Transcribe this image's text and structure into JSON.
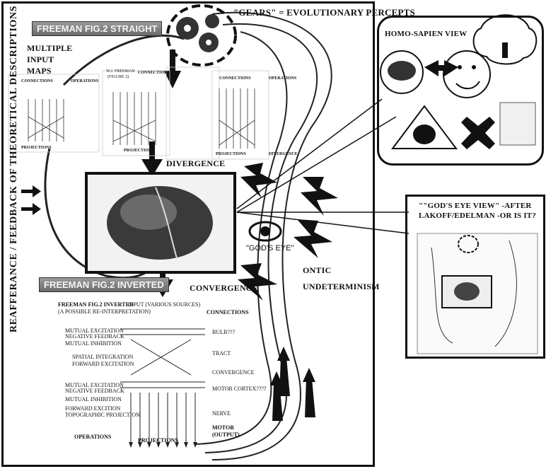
{
  "side_title": "REAFFERANCE / FEEDBACK OF THEORETICAL DESCRIPTIONS",
  "banner_top": "FREEMAN FIG.2 STRAIGHT",
  "banner_bottom": "FREEMAN FIG.2 INVERTED",
  "gears_label": "\"GEARS\" = EVOLUTIONARY PERCEPTS",
  "multiple_input_maps": [
    "MULTIPLE",
    "INPUT",
    "MAPS"
  ],
  "divergence": "DIVERGENCE",
  "convergence": "CONVERGENCE",
  "gods_eye": "\"GOD'S EYE\"",
  "ontic": "ONTIC",
  "undeterminism": "UNDETERMINISM",
  "homo_sapien_view": "HOMO-SAPIEN VIEW",
  "gods_eye_view": [
    "\"\"GOD'S EYE VIEW\" -AFTER",
    "LAKOFF/EDELMAN -OR IS IT?"
  ],
  "small_panels": {
    "p1_head": [
      "W.J. FREEMAN",
      "(FIGURE 2)"
    ],
    "connections": "CONNECTIONS",
    "operations": "OPERATIONS",
    "projections": "PROJECTIONS",
    "divergence_small": "DIVERGENCE"
  },
  "inverted": {
    "title": "FREEMAN FIG.2 INVERTED",
    "subtitle": "(A POSSIBLE RE-INTERPRETATION)",
    "input": "INPUT (VARIOUS SOURCES)",
    "connections": "CONNECTIONS",
    "left_labels": [
      "MUTUAL EXCITATION",
      "NEGATIVE FEEDBACK",
      "MUTUAL INHIBITION",
      "SPATIAL INTEGRATION",
      "FORWARD EXCITATION",
      "MUTUAL EXCITATION",
      "NEGATIVE FEEDBACK",
      "MUTUAL INHIBITION",
      "FORWARD EXCITION",
      "TOPOGRAPHIC PROJECTION"
    ],
    "right_labels": [
      "BULB???",
      "TRACT",
      "CONVERGENCE",
      "MOTOR CORTEX????",
      "NERVE"
    ],
    "motor": [
      "MOTOR",
      "(OUTPUT)"
    ],
    "operations": "OPERATIONS",
    "projections": "PROJECTIONS"
  }
}
